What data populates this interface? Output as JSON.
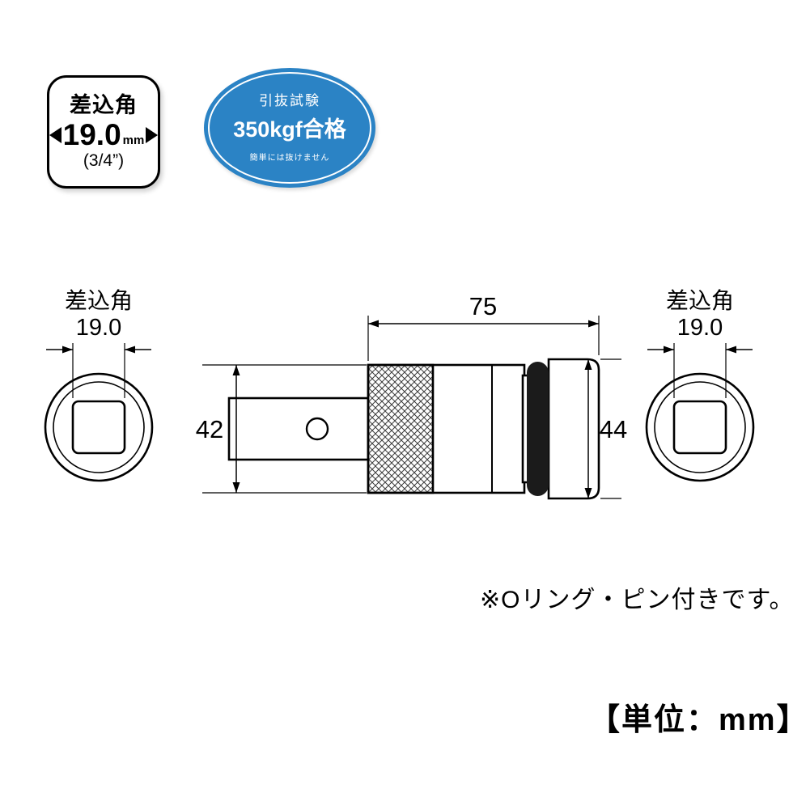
{
  "badge": {
    "title": "差込角",
    "value": "19.0",
    "unit": "mm",
    "sub": "(3/4”)"
  },
  "seal": {
    "line1": "引抜試験",
    "line2": "350kgf合格",
    "line3": "簡単には抜けません",
    "color": "#2b83c5"
  },
  "views": {
    "left": {
      "label": "差込角",
      "dimension": "19.0"
    },
    "right": {
      "label": "差込角",
      "dimension": "19.0"
    },
    "side": {
      "length": "75",
      "left_diameter": "42",
      "right_diameter": "44"
    }
  },
  "notes": {
    "oring": "※Oリング・ピン付きです。",
    "unit": "【単位：mm】"
  }
}
